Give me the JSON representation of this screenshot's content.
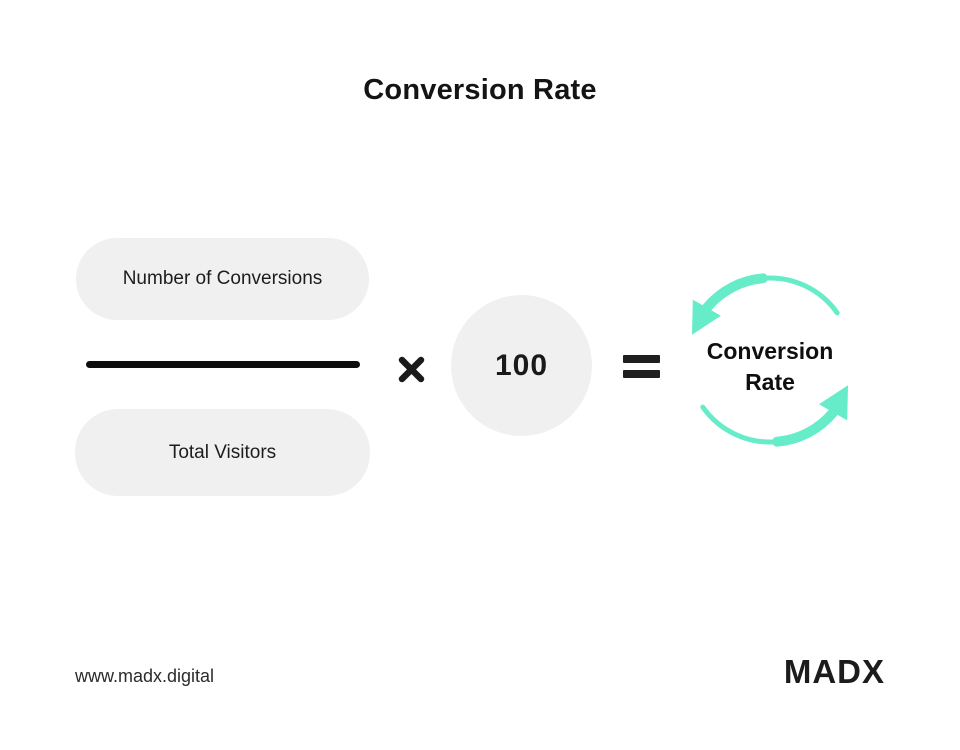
{
  "title": "Conversion Rate",
  "formula": {
    "numerator_label": "Number of Conversions",
    "denominator_label": "Total Visitors",
    "multiplier_value": "100",
    "result_line1": "Conversion",
    "result_line2": "Rate"
  },
  "icons": {
    "multiply_icon": "✕",
    "equals_icon": "=",
    "cycle_arrows_icon": "circular-cycle-arrows"
  },
  "colors": {
    "accent_teal": "#66ecc9",
    "shape_gray": "#f0f0f0",
    "ink": "#1b1b1b"
  },
  "footer": {
    "website": "www.madx.digital",
    "brand": "MADX"
  }
}
